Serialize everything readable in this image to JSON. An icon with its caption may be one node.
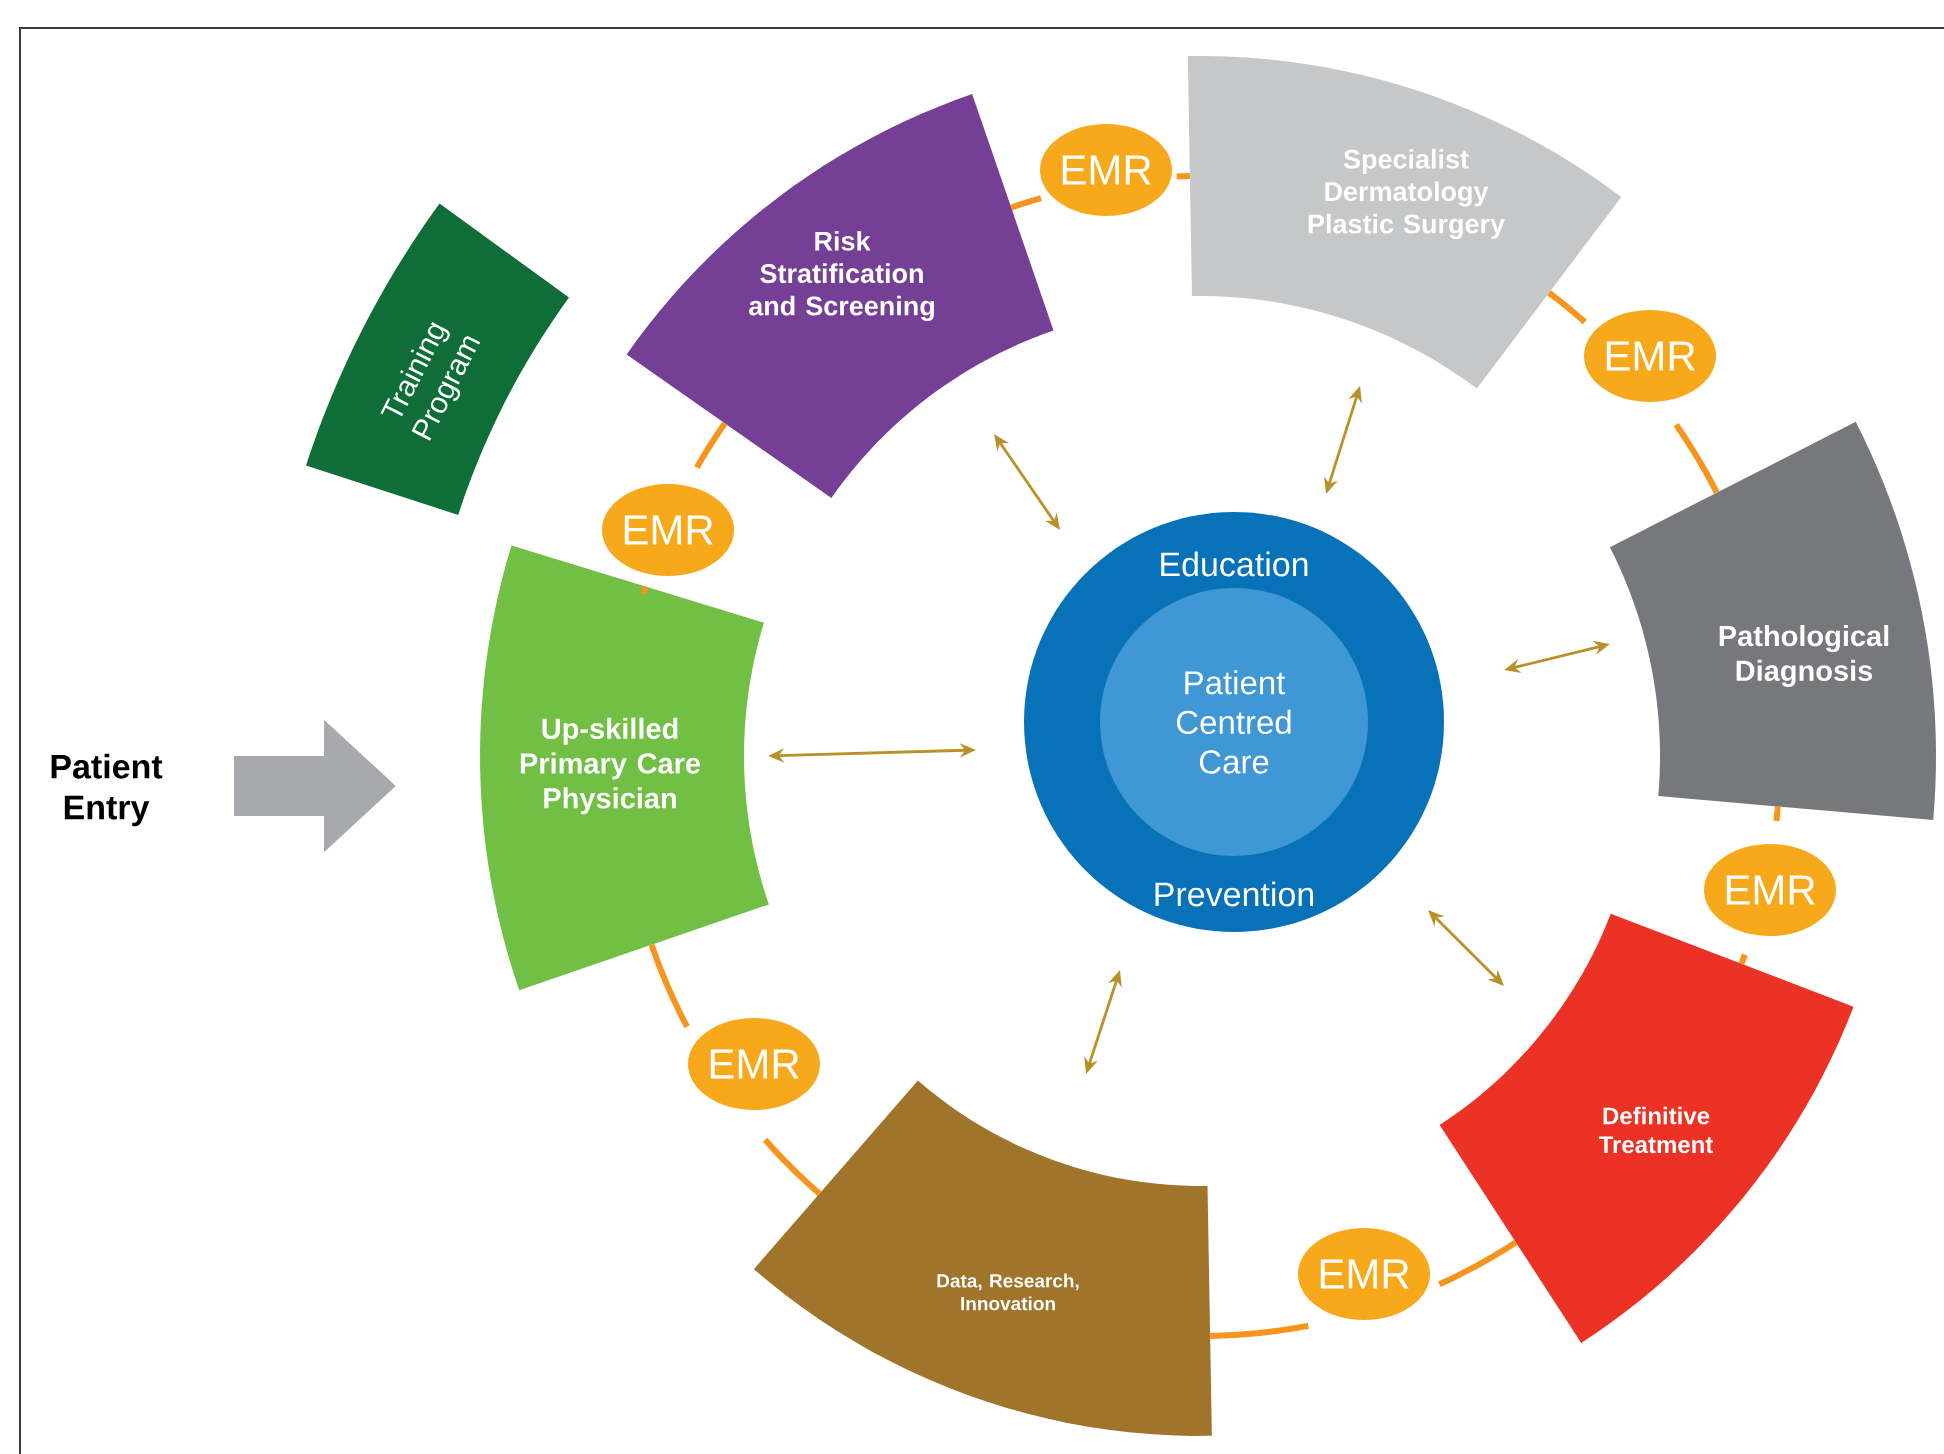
{
  "diagram": {
    "nodes": [
      {
        "text": [
          "Training Program"
        ]
      },
      {
        "text": [
          "Risk Stratification and Screening"
        ]
      },
      {
        "text": [
          "EMR"
        ]
      },
      {
        "text": [
          "Specialist Dermatology Plastic Surgery"
        ]
      },
      {
        "text": [
          "EMR"
        ]
      },
      {
        "text": [
          "EMR"
        ]
      },
      {
        "text": [
          "Pathological Diagnosis"
        ]
      },
      {
        "text": [
          "Patient Entry"
        ]
      },
      {
        "text": [
          "Up-skilled Primary Care Physician"
        ]
      },
      {
        "text": [
          "Education",
          "Prevention"
        ]
      },
      {
        "text": [
          "Patient Centred Care"
        ],
        "in": 9
      },
      {
        "text": [
          "EMR"
        ]
      },
      {
        "text": [
          "Definitive Treatment"
        ]
      },
      {
        "text": [
          "EMR"
        ]
      },
      {
        "text": [
          "Data, Research, Innovation"
        ]
      },
      {
        "text": [
          "EMR"
        ]
      }
    ],
    "edges": [
      {
        "from": 8,
        "to": 5,
        "arrow": "none"
      },
      {
        "from": 5,
        "to": 1,
        "arrow": "none"
      },
      {
        "from": 1,
        "to": 2,
        "arrow": "none"
      },
      {
        "from": 2,
        "to": 3,
        "arrow": "none"
      },
      {
        "from": 3,
        "to": 4,
        "arrow": "none"
      },
      {
        "from": 4,
        "to": 6,
        "arrow": "none"
      },
      {
        "from": 6,
        "to": 11,
        "arrow": "none"
      },
      {
        "from": 11,
        "to": 12,
        "arrow": "none"
      },
      {
        "from": 12,
        "to": 15,
        "arrow": "none"
      },
      {
        "from": 15,
        "to": 14,
        "arrow": "none"
      },
      {
        "from": 14,
        "to": 13,
        "arrow": "none"
      },
      {
        "from": 13,
        "to": 8,
        "arrow": "none"
      },
      {
        "from": 9,
        "to": 1,
        "arrow": "both",
        "color": "#b8912a"
      },
      {
        "from": 9,
        "to": 3,
        "arrow": "both",
        "color": "#b8912a"
      },
      {
        "from": 9,
        "to": 6,
        "arrow": "both",
        "color": "#b8912a"
      },
      {
        "from": 9,
        "to": 8,
        "arrow": "both",
        "color": "#b8912a"
      },
      {
        "from": 9,
        "to": 12,
        "arrow": "both",
        "color": "#b8912a"
      },
      {
        "from": 9,
        "to": 14,
        "arrow": "both",
        "color": "#b8912a"
      },
      {
        "from": 7,
        "to": 8,
        "arrow": "to",
        "style": "thick",
        "color": "#a7a9ac"
      }
    ]
  }
}
